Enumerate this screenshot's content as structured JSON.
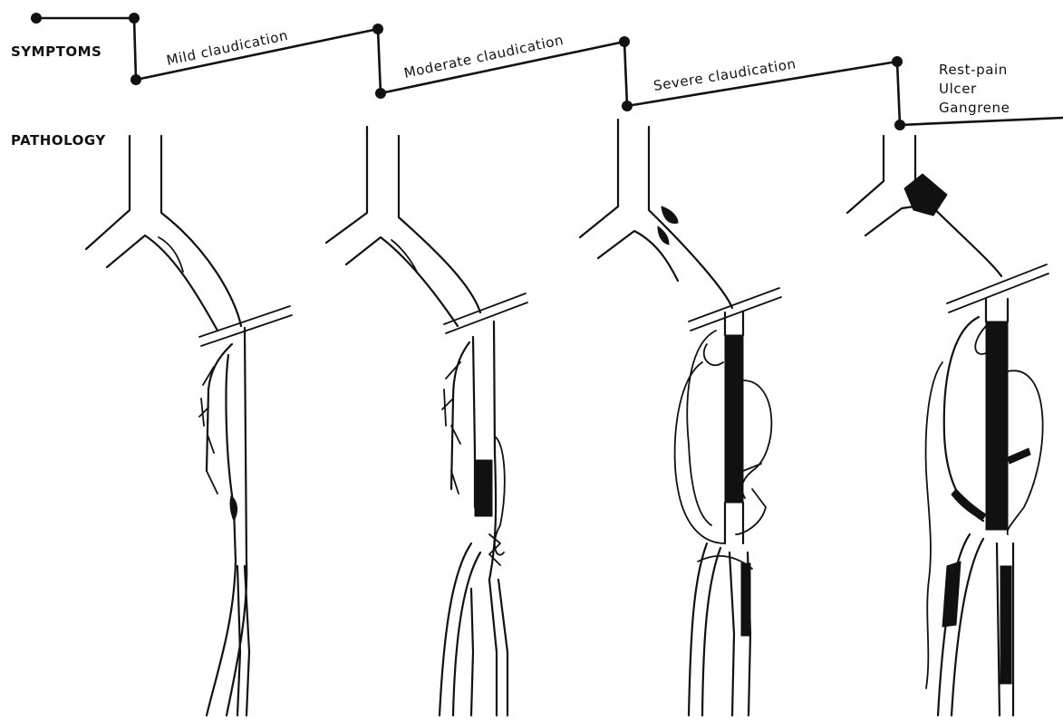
{
  "row_labels": {
    "symptoms": "SYMPTOMS",
    "pathology": "PATHOLOGY"
  },
  "stages": [
    {
      "label": "Mild claudication"
    },
    {
      "label": "Moderate claudication"
    },
    {
      "label": "Severe claudication"
    },
    {
      "label_lines": [
        "Rest-pain",
        "Ulcer",
        "Gangrene"
      ]
    }
  ],
  "colors": {
    "ink": "#111111",
    "background": "#ffffff"
  }
}
